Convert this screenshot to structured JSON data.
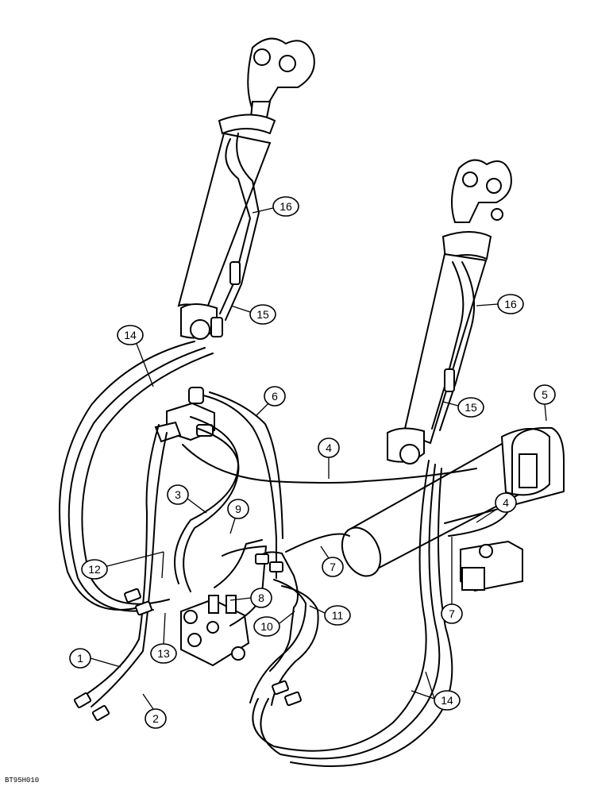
{
  "figure_id": "BT95H010",
  "callouts": [
    {
      "label": "1"
    },
    {
      "label": "2"
    },
    {
      "label": "3"
    },
    {
      "label": "4"
    },
    {
      "label": "4"
    },
    {
      "label": "5"
    },
    {
      "label": "6"
    },
    {
      "label": "7"
    },
    {
      "label": "7"
    },
    {
      "label": "8"
    },
    {
      "label": "9"
    },
    {
      "label": "10"
    },
    {
      "label": "11"
    },
    {
      "label": "12"
    },
    {
      "label": "13"
    },
    {
      "label": "14"
    },
    {
      "label": "14"
    },
    {
      "label": "15"
    },
    {
      "label": "15"
    },
    {
      "label": "16"
    },
    {
      "label": "16"
    }
  ]
}
